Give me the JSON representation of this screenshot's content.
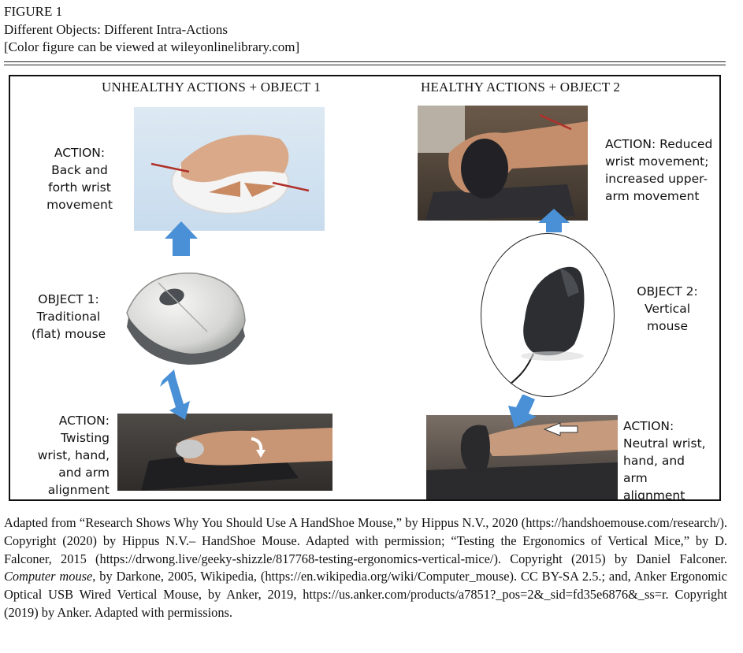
{
  "figure": {
    "label": "FIGURE 1",
    "title": "Different Objects: Different Intra-Actions",
    "note": "[Color figure can be viewed at wileyonlinelibrary.com]"
  },
  "panel": {
    "left_heading": "UNHEALTHY ACTIONS + OBJECT 1",
    "right_heading": "HEALTHY ACTIONS + OBJECT 2",
    "labels": {
      "action_back_forth": [
        "ACTION:",
        "Back and",
        "forth wrist",
        "movement"
      ],
      "object1": [
        "OBJECT 1:",
        "Traditional",
        "(flat) mouse"
      ],
      "action_twisting": [
        "ACTION:",
        "Twisting",
        "wrist, hand,",
        "and arm",
        "alignment"
      ],
      "action_reduced": [
        "ACTION: Reduced",
        "wrist movement;",
        "increased upper-",
        "arm movement"
      ],
      "object2": [
        "OBJECT 2:",
        "Vertical",
        "mouse"
      ],
      "action_neutral": [
        "ACTION:",
        "Neutral wrist,",
        "hand, and",
        "arm",
        "alignment"
      ]
    },
    "colors": {
      "arrow": "#4a90d6",
      "border": "#111111",
      "motion_line": "#b0302a"
    }
  },
  "caption": {
    "text": "Adapted from “Research Shows Why You Should Use A HandShoe Mouse,” by Hippus N.V., 2020 (https://handshoemouse.com/research/). Copyright (2020) by Hippus N.V.– HandShoe Mouse. Adapted with permission; “Testing the Ergonomics of Vertical Mice,” by D. Falconer, 2015 (https://drwong.live/geeky-shizzle/817768-testing-ergonomics-vertical-mice/). Copyright (2015) by Daniel Falconer. ",
    "italic": "Computer mouse",
    "text2": ", by Darkone, 2005, Wikipedia, (https://en.wikipedia.org/wiki/Computer_mouse). CC BY-SA 2.5.; and, Anker Ergonomic Optical USB Wired Vertical Mouse, by Anker, 2019, https://us.anker.com/products/a7851?_pos=2&_sid=fd35e6876&_ss=r. Copyright (2019) by Anker. Adapted with permissions."
  }
}
